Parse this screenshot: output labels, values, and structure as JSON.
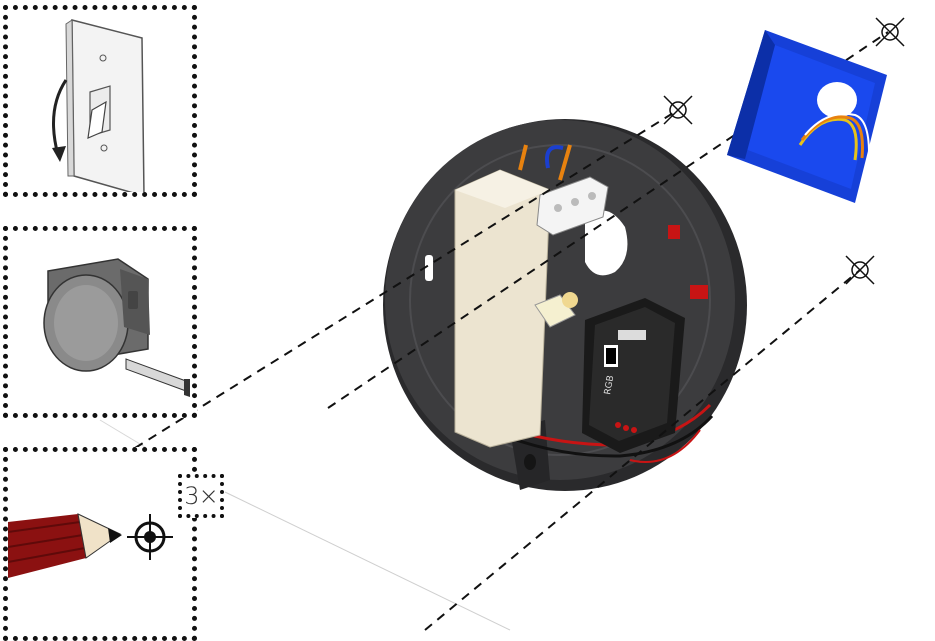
{
  "panels": [
    {
      "name": "switch-off-step",
      "icon": "wall-light-switch-icon"
    },
    {
      "name": "measure-step",
      "icon": "tape-measure-icon"
    },
    {
      "name": "mark-drill-points-step",
      "icon": "pencil-crosshair-icon"
    }
  ],
  "repeat_badge": {
    "text": "3×"
  },
  "device_label_text": "RGB",
  "colors": {
    "frame": "#111111",
    "luminaire_body": "#3c3c3e",
    "luminaire_rim": "#2a2a2c",
    "driver": "#ece4d0",
    "junction_box": "#1640d8",
    "wire_orange": "#e8820f",
    "wire_blue": "#1b3fcf",
    "wire_yellow": "#e8c21a",
    "wire_red": "#c81414",
    "pencil": "#8b1111"
  }
}
